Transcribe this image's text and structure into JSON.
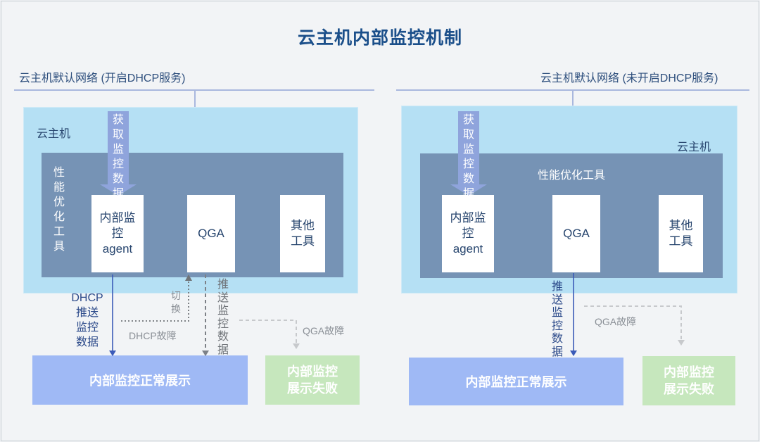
{
  "title": "云主机内部监控机制",
  "left": {
    "network_label": "云主机默认网络 (开启DHCP服务)",
    "vm_label": "云主机",
    "get_label": "获\n取\n监\n控\n数\n据",
    "perf_label": "性\n能\n优\n化\n工\n具",
    "agent_label": "内部监\n控\nagent",
    "qga_label": "QGA",
    "other_label": "其他\n工具",
    "dhcp_push_label": "DHCP\n推送\n监控\n数据",
    "switch_label": "切\n换",
    "dhcp_fail_label": "DHCP故障",
    "push_label": "推\n送\n监\n控\n数\n据",
    "qga_fail_label": "QGA故障",
    "ok_label": "内部监控正常展示",
    "fail_label": "内部监控\n展示失败"
  },
  "right": {
    "network_label": "云主机默认网络 (未开启DHCP服务)",
    "vm_label": "云主机",
    "get_label": "获\n取\n监\n控\n数\n据",
    "perf_label": "性能优化工具",
    "agent_label": "内部监\n控\nagent",
    "qga_label": "QGA",
    "other_label": "其他\n工具",
    "push_label": "推\n送\n监\n控\n数\n据",
    "qga_fail_label": "QGA故障",
    "ok_label": "内部监控正常展示",
    "fail_label": "内部监控\n展示失败"
  },
  "colors": {
    "title": "#1b4f8a",
    "vm_bg": "#b5e0f4",
    "perf_bg": "#7693b5",
    "arrow_fill": "#8fa4dc",
    "ok_box": "#9fb9f5",
    "fail_box": "#c6e7bd",
    "line_blue": "#3b5bb8",
    "line_gray": "#9a9ea4"
  }
}
